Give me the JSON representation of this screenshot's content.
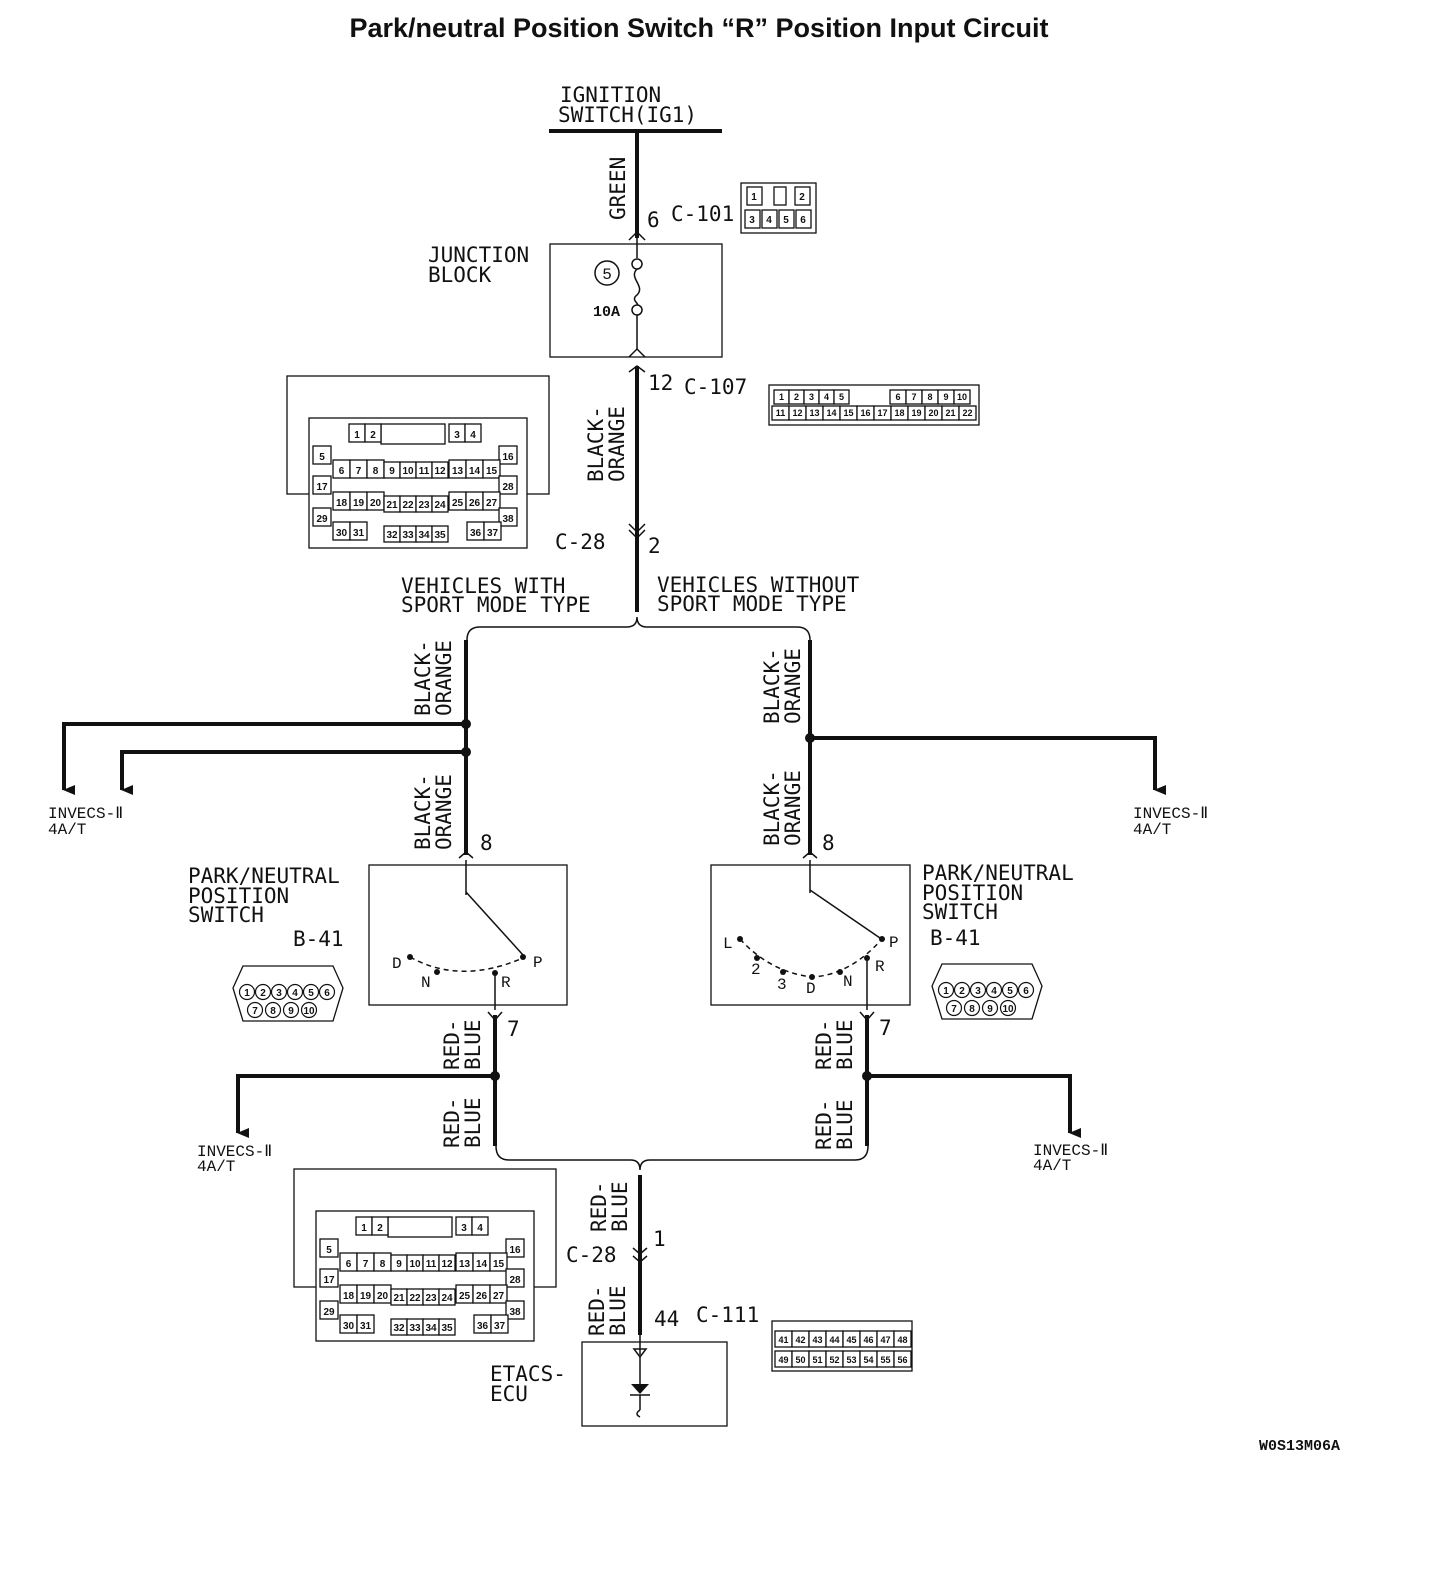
{
  "title": "Park/neutral Position Switch “R” Position Input Circuit",
  "diagram_code": "W0S13M06A",
  "ignition": {
    "line1": "IGNITION",
    "line2": "SWITCH(IG1)"
  },
  "wires": {
    "green": "GREEN",
    "black": "BLACK-",
    "orange": "ORANGE",
    "red": "RED-",
    "blue": "BLUE"
  },
  "connectors": {
    "c101": {
      "id": "C-101",
      "pin": "6"
    },
    "c107": {
      "id": "C-107",
      "pin": "12"
    },
    "c28_top": {
      "id": "C-28",
      "pin": "2"
    },
    "c28_bottom": {
      "id": "C-28",
      "pin": "1"
    },
    "c111": {
      "id": "C-111",
      "pin": "44"
    },
    "b41": {
      "id": "B-41",
      "pin_in": "8",
      "pin_out": "7"
    }
  },
  "junction_block": {
    "line1": "JUNCTION",
    "line2": "BLOCK",
    "fuse_no": "5",
    "fuse_rating": "10A"
  },
  "branches": {
    "with_sport": {
      "line1": "VEHICLES WITH",
      "line2": "SPORT MODE TYPE"
    },
    "without_sport": {
      "line1": "VEHICLES WITHOUT",
      "line2": "SPORT MODE TYPE"
    }
  },
  "switch_label": {
    "line1": "PARK/NEUTRAL",
    "line2": "POSITION",
    "line3": "SWITCH"
  },
  "switch_left_positions": [
    "D",
    "N",
    "R",
    "P"
  ],
  "switch_right_positions": [
    "L",
    "2",
    "3",
    "D",
    "N",
    "R",
    "P"
  ],
  "invecs": {
    "line1": "INVECS-Ⅱ",
    "line2": "4A/T"
  },
  "etacs": {
    "line1": "ETACS-",
    "line2": "ECU"
  },
  "pinouts": {
    "c101": [
      "1",
      "2",
      "3",
      "4",
      "5",
      "6"
    ],
    "c107_top": [
      "1",
      "2",
      "3",
      "4",
      "5",
      "6",
      "7",
      "8",
      "9",
      "10"
    ],
    "c107_bottom": [
      "11",
      "12",
      "13",
      "14",
      "15",
      "16",
      "17",
      "18",
      "19",
      "20",
      "21",
      "22"
    ],
    "c28": {
      "row1": [
        "1",
        "2",
        "3",
        "4"
      ],
      "row2": [
        "5",
        "16"
      ],
      "row3": [
        "6",
        "7",
        "8",
        "9",
        "10",
        "11",
        "12",
        "13",
        "14",
        "15"
      ],
      "row4": [
        "17",
        "28"
      ],
      "row5": [
        "18",
        "19",
        "20",
        "21",
        "22",
        "23",
        "24",
        "25",
        "26",
        "27"
      ],
      "row6": [
        "29",
        "38"
      ],
      "row7": [
        "30",
        "31",
        "32",
        "33",
        "34",
        "35",
        "36",
        "37"
      ]
    },
    "b41": [
      "1",
      "2",
      "3",
      "4",
      "5",
      "6",
      "7",
      "8",
      "9",
      "10"
    ],
    "c111_top": [
      "41",
      "42",
      "43",
      "44",
      "45",
      "46",
      "47",
      "48"
    ],
    "c111_bottom": [
      "49",
      "50",
      "51",
      "52",
      "53",
      "54",
      "55",
      "56"
    ]
  }
}
